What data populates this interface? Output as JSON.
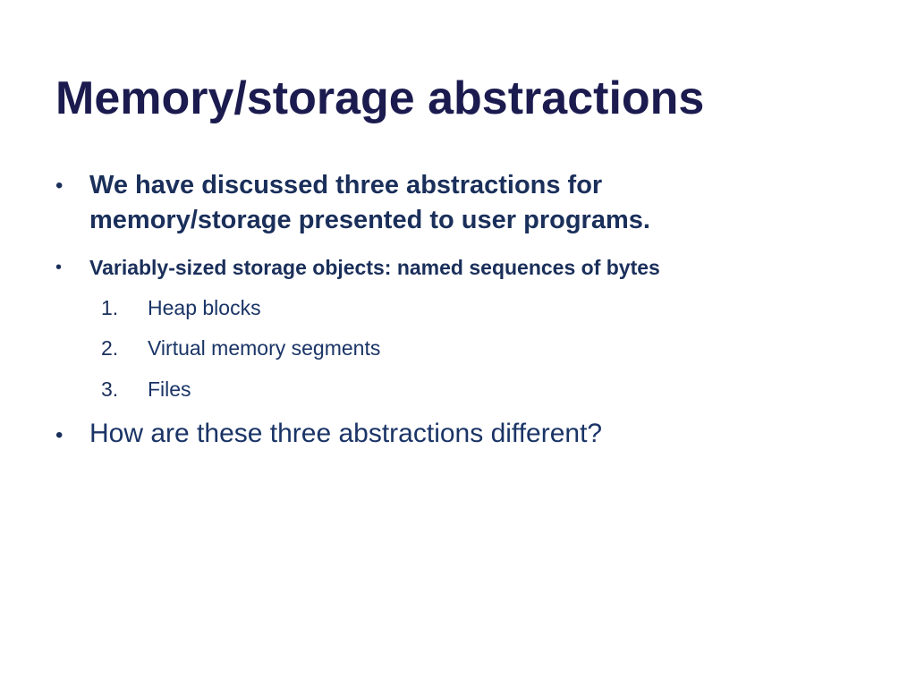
{
  "slide": {
    "title": "Memory/storage abstractions",
    "bullets": [
      {
        "marker": "•",
        "line1": "We have discussed three abstractions for",
        "line2": "memory/storage presented to user programs."
      },
      {
        "marker": "•",
        "text": "Variably-sized storage objects: named sequences of bytes"
      },
      {
        "marker": "•",
        "text": "How are these three abstractions different?"
      }
    ],
    "numbered": [
      {
        "num": "1.",
        "text": "Heap blocks"
      },
      {
        "num": "2.",
        "text": "Virtual memory segments"
      },
      {
        "num": "3.",
        "text": "Files"
      }
    ]
  },
  "colors": {
    "title": "#1b1b4f",
    "body": "#1a2f5a",
    "background": "#ffffff"
  }
}
